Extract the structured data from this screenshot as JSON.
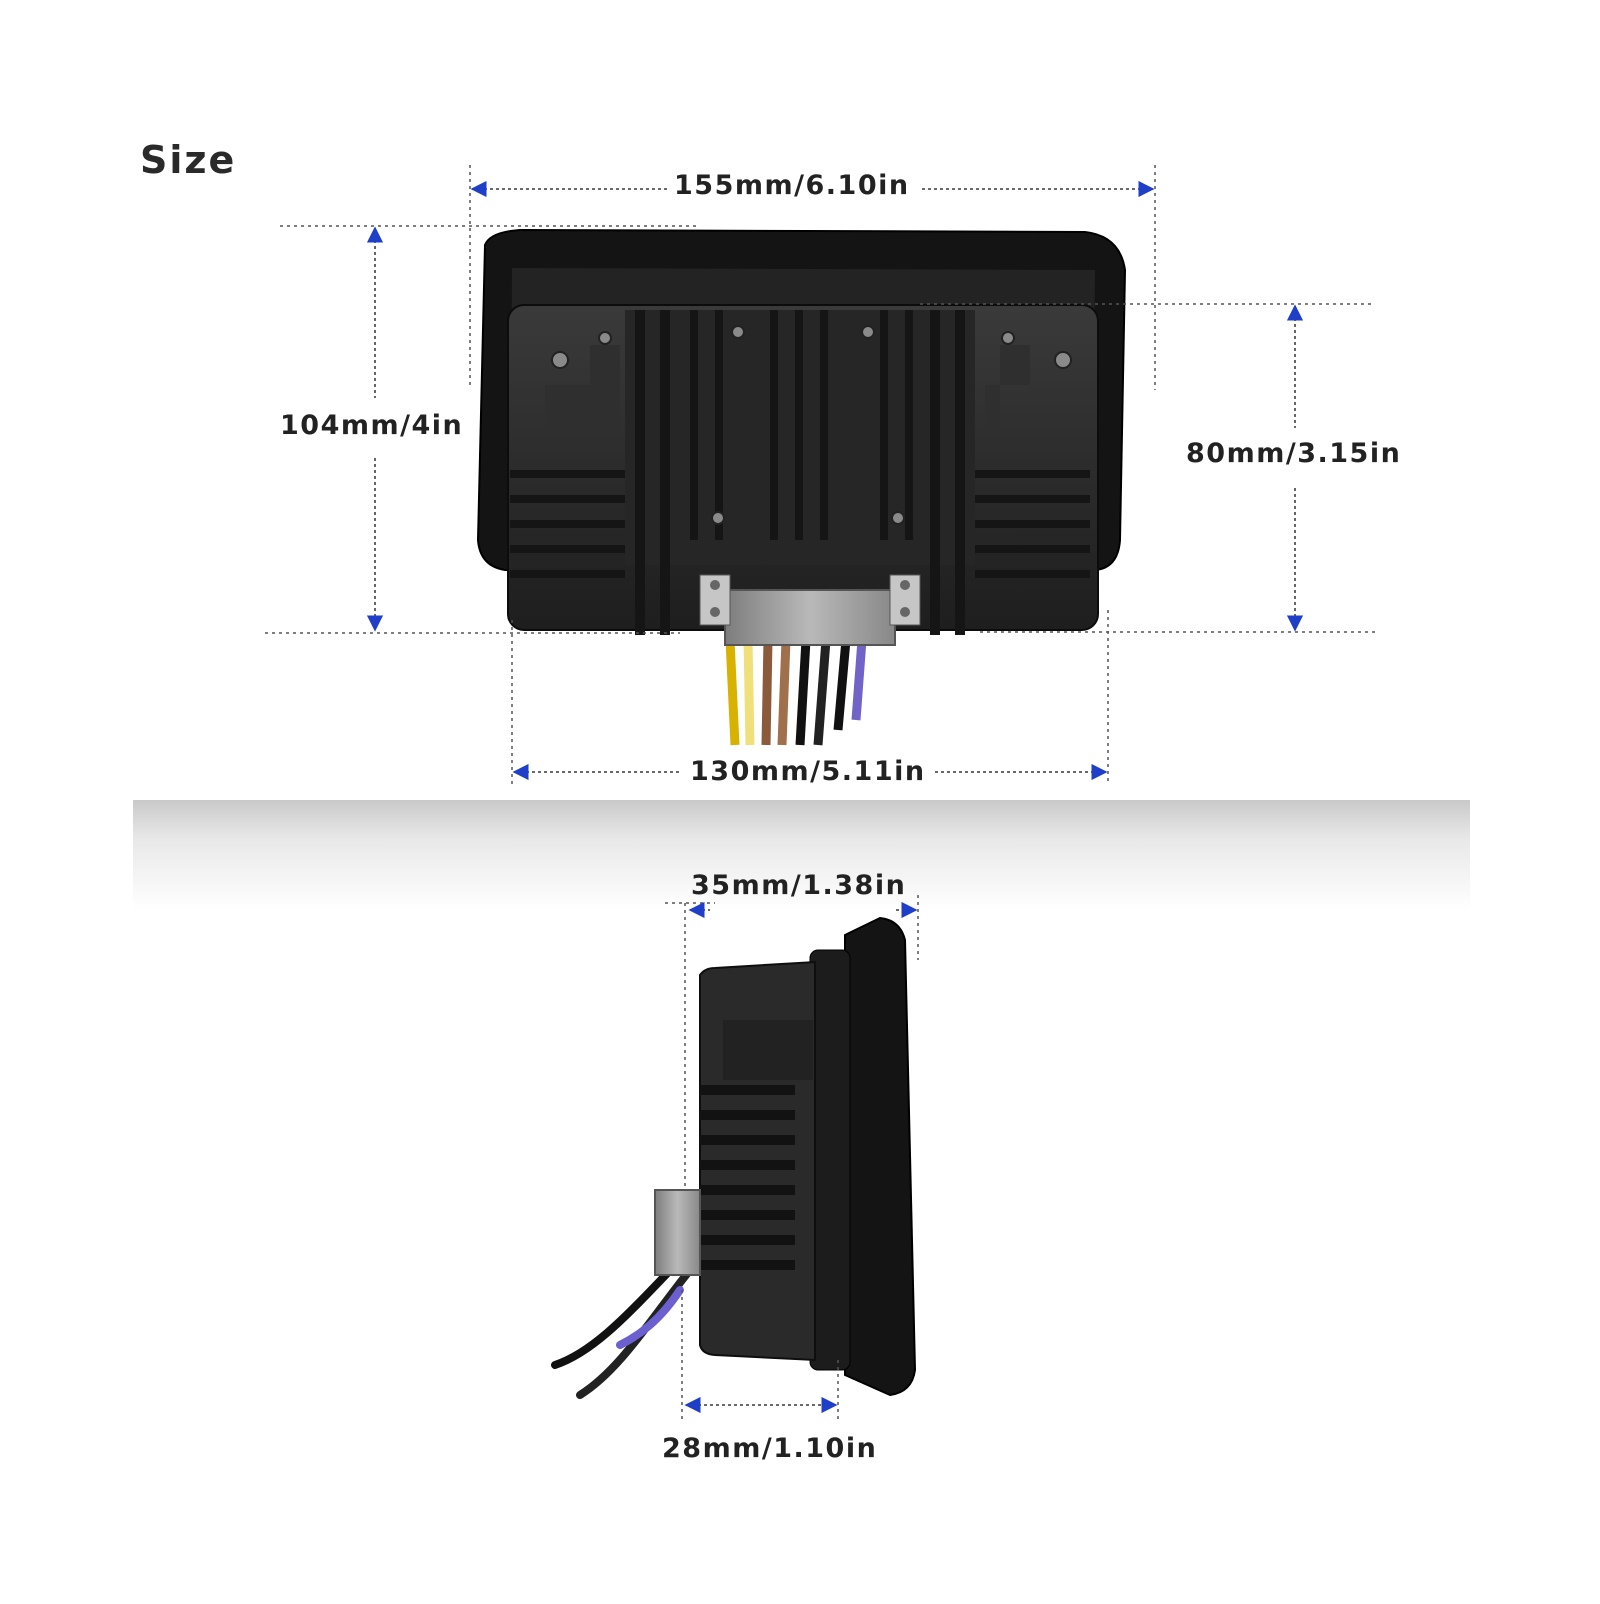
{
  "title": "Size",
  "front_view": {
    "overall_width": "155mm/6.10in",
    "overall_height": "104mm/4in",
    "body_height": "80mm/3.15in",
    "body_width": "130mm/5.11in"
  },
  "side_view": {
    "total_depth": "35mm/1.38in",
    "mount_depth": "28mm/1.10in"
  },
  "colors": {
    "arrow": "#1f3fc9",
    "guide_line": "#555555",
    "device_body": "#1b1b1b",
    "heatsink": "#2c2c2c",
    "connector": "#9a9a9a"
  }
}
